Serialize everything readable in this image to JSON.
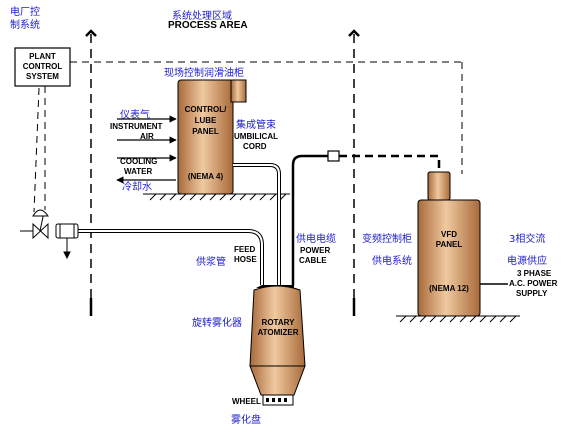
{
  "colors": {
    "annotation_cn": "#1c1cd0",
    "vessel_light": "#f0c9a0",
    "vessel_dark": "#a86a3a",
    "line": "#000000"
  },
  "plant_control": {
    "cn_line1": "电厂控",
    "cn_line2": "制系统",
    "en_line1": "PLANT",
    "en_line2": "CONTROL",
    "en_line3": "SYSTEM"
  },
  "process_area": {
    "cn": "系统处理区域",
    "en": "PROCESS AREA"
  },
  "control_lube_panel": {
    "cn_title": "现场控制润滑油柜",
    "en_line1": "CONTROL/",
    "en_line2": "LUBE",
    "en_line3": "PANEL",
    "rating": "(NEMA  4)"
  },
  "instrument_air": {
    "cn": "仪表气",
    "en_line1": "INSTRUMENT",
    "en_line2": "AIR"
  },
  "cooling_water": {
    "en_line1": "COOLING",
    "en_line2": "WATER",
    "cn": "冷却水"
  },
  "umbilical": {
    "cn": "集成管束",
    "en_line1": "UMBILICAL",
    "en_line2": "CORD"
  },
  "power_cable": {
    "cn": "供电电缆",
    "en_line1": "POWER",
    "en_line2": "CABLE"
  },
  "feed_hose": {
    "cn": "供浆管",
    "en_line1": "FEED",
    "en_line2": "HOSE"
  },
  "atomizer": {
    "cn": "旋转雾化器",
    "en_line1": "ROTARY",
    "en_line2": "ATOMIZER"
  },
  "wheel": {
    "en": "WHEEL",
    "cn": "雾化盘"
  },
  "vfd_panel": {
    "cn_line1": "变频控制柜",
    "cn_line2": "供电系统",
    "en_line1": "VFD",
    "en_line2": "PANEL",
    "rating": "(NEMA  12)"
  },
  "power_supply": {
    "cn_line1": "3相交流",
    "cn_line2": "电源供应",
    "en_line1": "3 PHASE",
    "en_line2": "A.C. POWER",
    "en_line3": "SUPPLY"
  }
}
